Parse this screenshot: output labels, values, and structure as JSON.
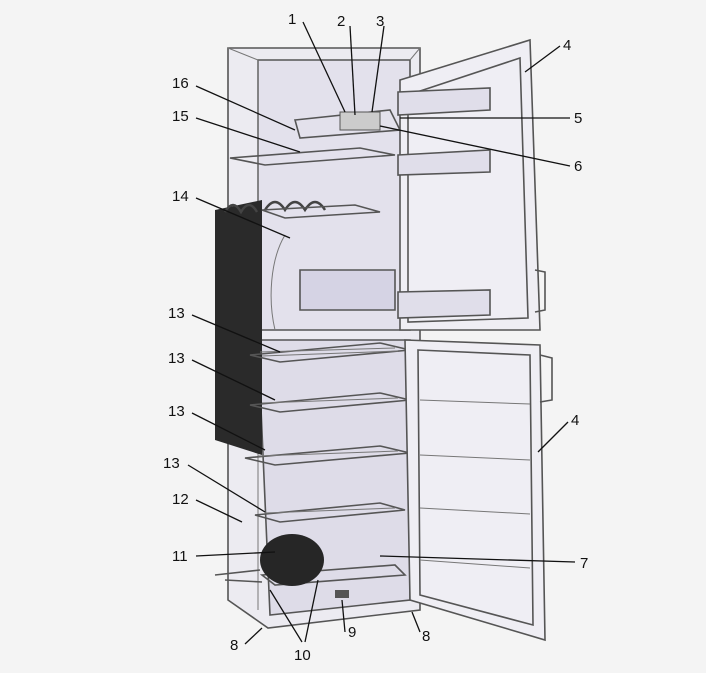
{
  "diagram": {
    "subject": "refrigerator-cutaway",
    "labels": [
      "1",
      "2",
      "3",
      "4",
      "5",
      "6",
      "16",
      "15",
      "14",
      "13",
      "13",
      "13",
      "13",
      "12",
      "11",
      "7",
      "4",
      "10",
      "9",
      "8",
      "8"
    ]
  },
  "colors": {
    "background": "#f4f4f4",
    "outline": "#555555",
    "interior": "#e6e4ef",
    "condenser": "#2a2a2a"
  }
}
